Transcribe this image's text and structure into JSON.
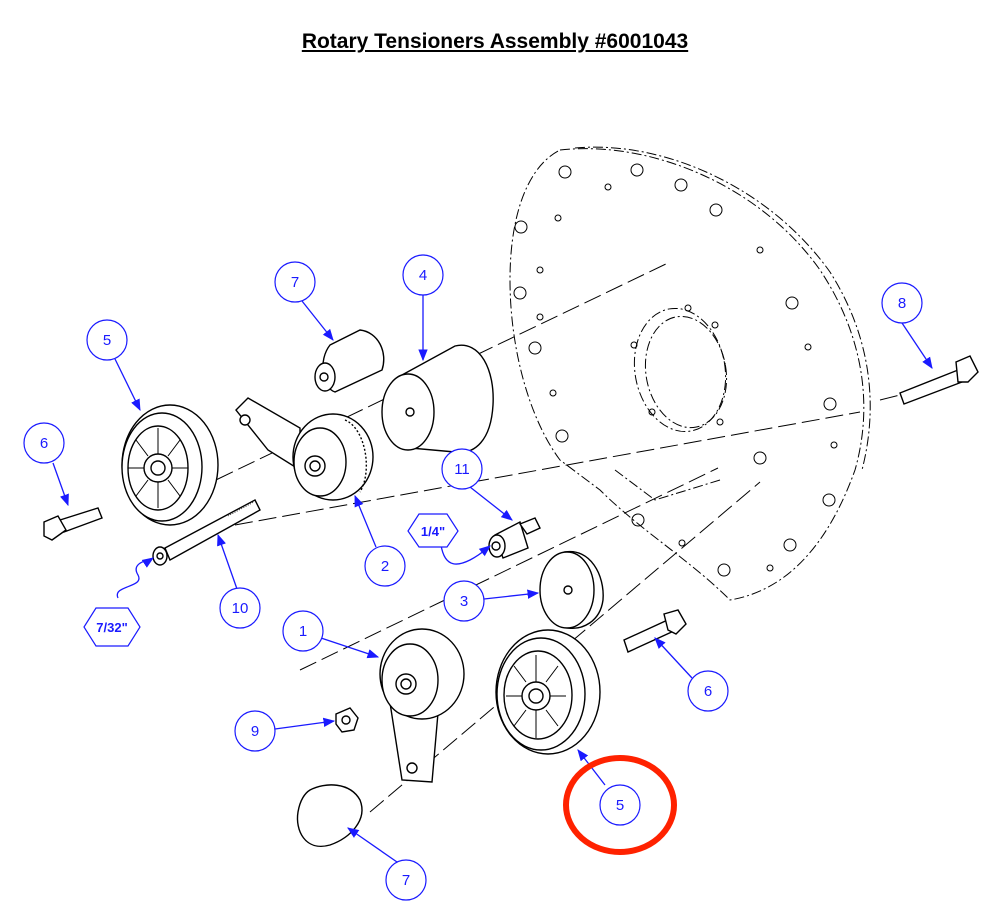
{
  "title": "Rotary Tensioners Assembly #6001043",
  "callouts": [
    {
      "id": "c7a",
      "label": "7"
    },
    {
      "id": "c4",
      "label": "4"
    },
    {
      "id": "c5a",
      "label": "5"
    },
    {
      "id": "c8",
      "label": "8"
    },
    {
      "id": "c6a",
      "label": "6"
    },
    {
      "id": "c11",
      "label": "11"
    },
    {
      "id": "c2",
      "label": "2"
    },
    {
      "id": "c3",
      "label": "3"
    },
    {
      "id": "c10",
      "label": "10"
    },
    {
      "id": "c1",
      "label": "1"
    },
    {
      "id": "c6b",
      "label": "6"
    },
    {
      "id": "c9",
      "label": "9"
    },
    {
      "id": "c5b",
      "label": "5"
    },
    {
      "id": "c7b",
      "label": "7"
    }
  ],
  "hex_labels": [
    {
      "id": "h14",
      "label": "1/4\""
    },
    {
      "id": "h732",
      "label": "7/32\""
    }
  ],
  "colors": {
    "callout": "#1a1aff",
    "highlight": "#ff2200",
    "line": "#000000"
  }
}
